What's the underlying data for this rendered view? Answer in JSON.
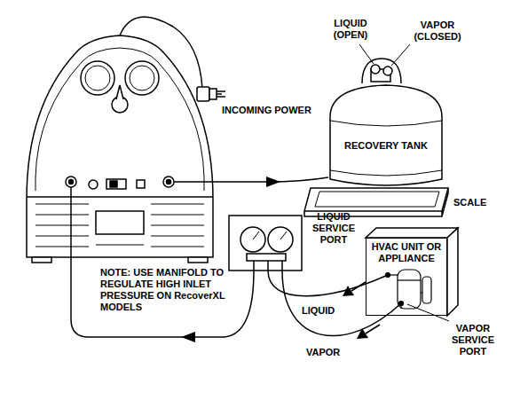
{
  "diagram": {
    "nodes": [
      {
        "text": [
          "RECOVERY TANK"
        ]
      },
      {
        "text": [
          "HVAC UNIT OR APPLIANCE"
        ]
      }
    ],
    "labels": [
      "LIQUID (OPEN)",
      "VAPOR (CLOSED)",
      "INCOMING POWER",
      "SCALE",
      "LIQUID SERVICE PORT",
      "NOTE: USE MANIFOLD TO REGULATE HIGH INLET PRESSURE ON RecoverXL MODELS",
      "LIQUID",
      "VAPOR SERVICE PORT",
      "VAPOR"
    ]
  }
}
